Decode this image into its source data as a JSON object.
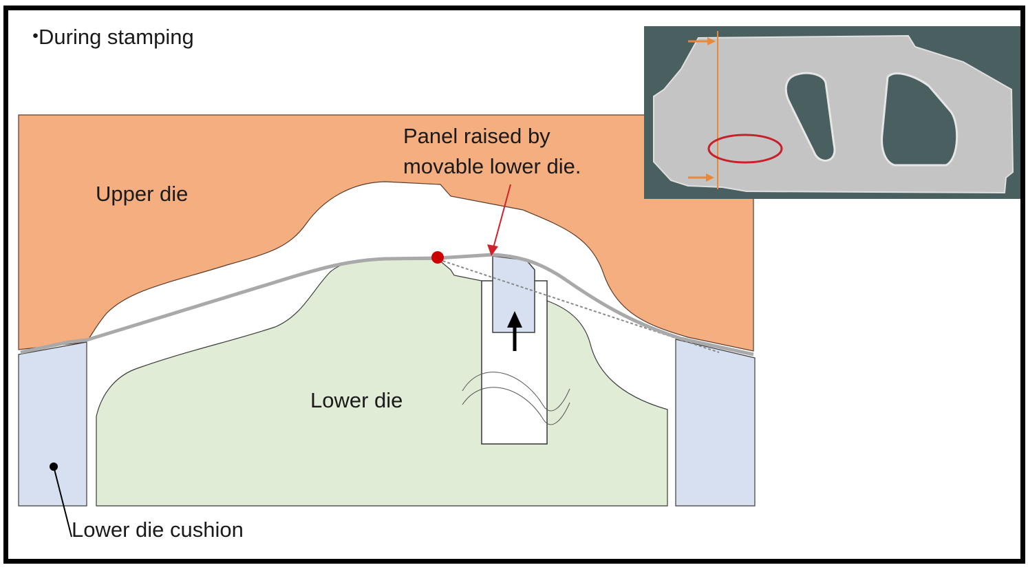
{
  "title": {
    "bullet": "・",
    "text": "During stamping"
  },
  "labels": {
    "upper_die": "Upper die",
    "lower_die": "Lower die",
    "lower_die_cushion": "Lower die cushion",
    "callout_line1": "Panel raised by",
    "callout_line2": "movable lower die."
  },
  "colors": {
    "upper_die": "#f4ae7f",
    "lower_die": "#e0ecd6",
    "cushion": "#d6e0f0",
    "movable_die": "#d6e0f0",
    "panel": "#a9a9a9",
    "callout_arrow": "#d0202a",
    "contact_point": "#cc0000",
    "photo_background": "#4a5f60",
    "photo_highlight": "#c8202a",
    "photo_markers": "#e8883a"
  },
  "inset_photo": {
    "description": "Stamped body-side panel photo with highlighted region"
  }
}
